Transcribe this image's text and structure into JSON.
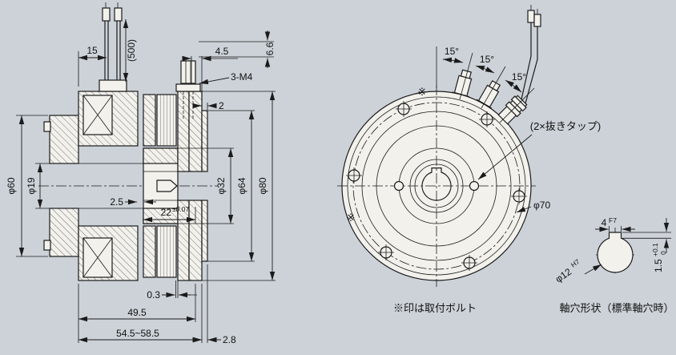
{
  "colors": {
    "background": "#ccd2d8",
    "part_fill": "#f2f1ec",
    "line": "#1b1b1b"
  },
  "section_view": {
    "wire_offset": "15",
    "lead_length": "(500)",
    "bolt_offset": "4.5",
    "depth": "6.6",
    "tap_spec": "3-M4",
    "pilot_step": "2",
    "dia_60": "φ60",
    "dia_19": "φ19",
    "dia_32": "φ32",
    "dia_64": "φ64",
    "dia_80": "φ80",
    "gap": "2.5",
    "hub_width": "22",
    "hub_width_tol": "±0.07",
    "clearance": "0.3",
    "body_length": "49.5",
    "overall_length": "54.5~58.5",
    "step_length": "2.8"
  },
  "front_view": {
    "angles": [
      "15°",
      "15°",
      "15°"
    ],
    "tap_note": "(2×抜きタップ)",
    "bolt_circle_dia": "φ70",
    "ref_mark": "※",
    "note": "※印は取付ボルト"
  },
  "shaft_detail": {
    "key_width": "4",
    "key_width_fit": "F7",
    "bore_dia": "φ12",
    "bore_fit": "H7",
    "key_depth": "1.5",
    "key_depth_tol_upper": "+0.1",
    "key_depth_tol_lower": "0",
    "caption": "軸穴形状（標準軸穴時）"
  }
}
